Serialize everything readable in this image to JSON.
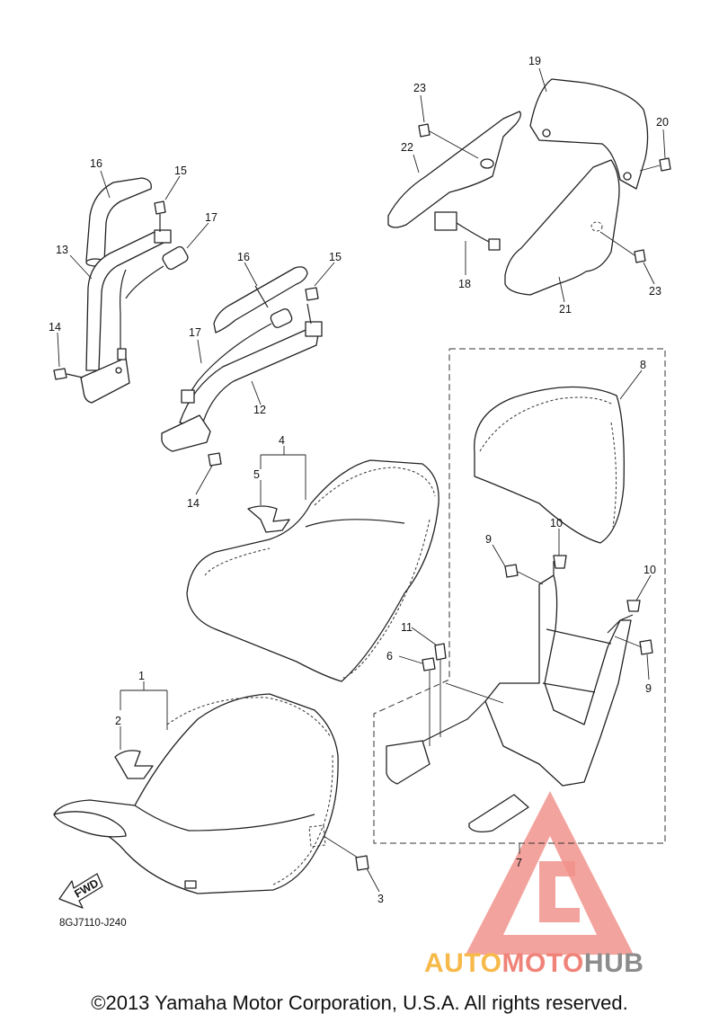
{
  "diagram": {
    "labels": {
      "n1": "1",
      "n2": "2",
      "n3": "3",
      "n4": "4",
      "n5": "5",
      "n6": "6",
      "n7": "7",
      "n8": "8",
      "n9a": "9",
      "n9b": "9",
      "n10a": "10",
      "n10b": "10",
      "n11": "11",
      "n12": "12",
      "n13": "13",
      "n14a": "14",
      "n14b": "14",
      "n15a": "15",
      "n15b": "15",
      "n16a": "16",
      "n16b": "16",
      "n17a": "17",
      "n17b": "17",
      "n18": "18",
      "n19": "19",
      "n20": "20",
      "n21": "21",
      "n22": "22",
      "n23a": "23",
      "n23b": "23"
    },
    "fwd_label": "FWD",
    "part_code": "8GJ7110-J240"
  },
  "watermark": {
    "parts": [
      "AUTO",
      "MOTO",
      "HUB"
    ],
    "colors": {
      "auto": "#f6b94a",
      "moto": "#f08379",
      "hub": "#8c8c8c",
      "logo": "#f0877f"
    }
  },
  "footer": {
    "copyright": "©2013 Yamaha Motor Corporation, U.S.A. All rights reserved."
  }
}
